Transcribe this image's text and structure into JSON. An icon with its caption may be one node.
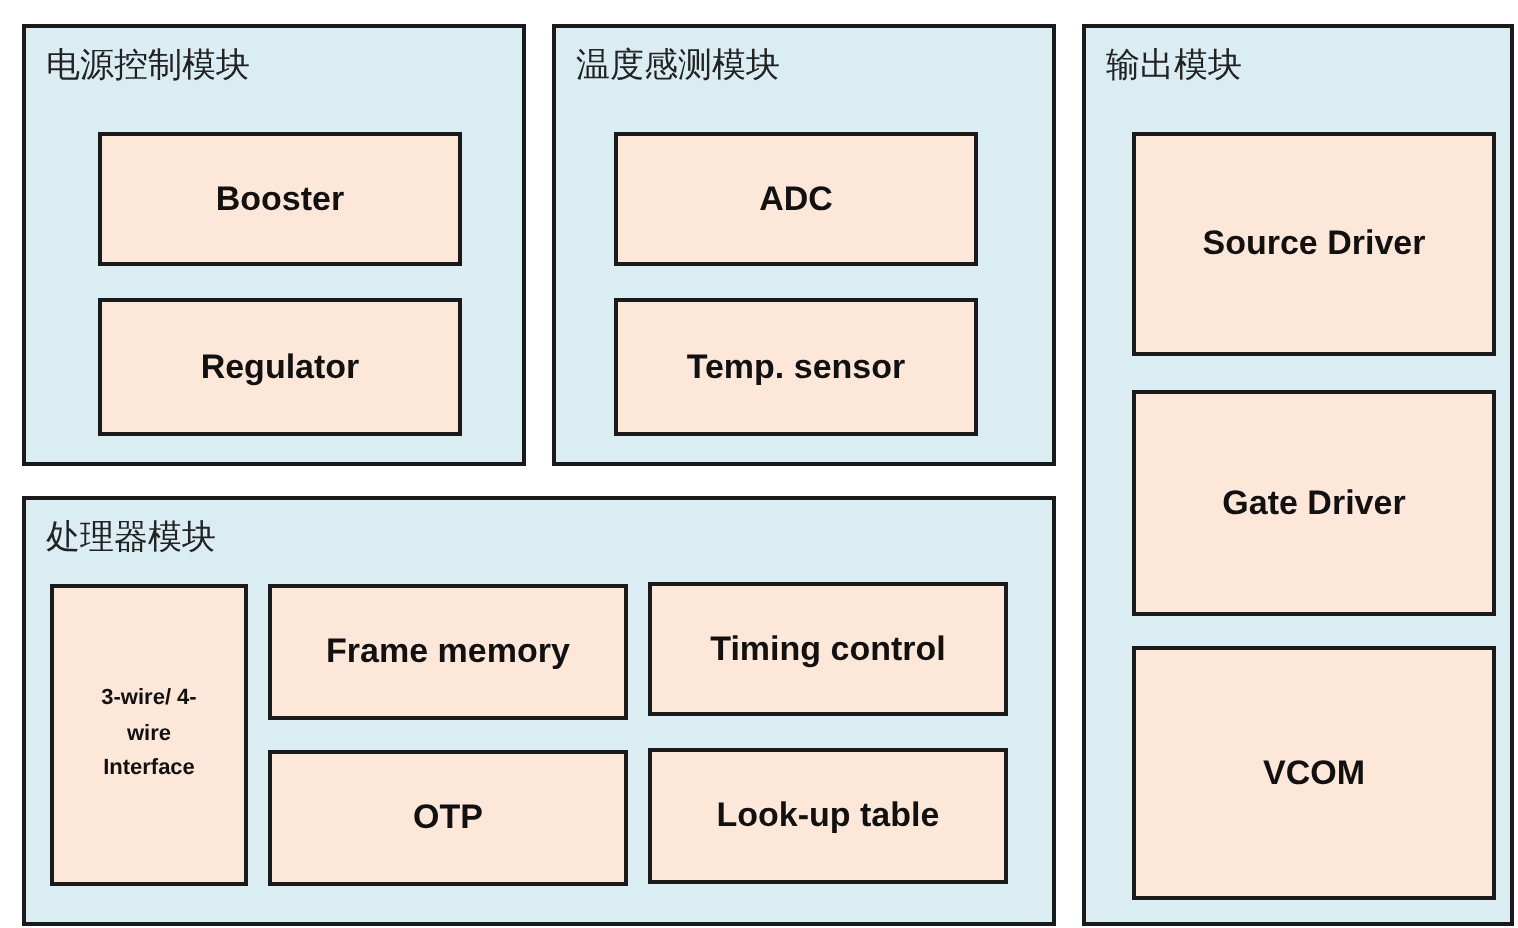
{
  "diagram": {
    "nodes": [
      {
        "text": [
          "电源控制模块"
        ]
      },
      {
        "text": [
          "Booster"
        ],
        "in": 0
      },
      {
        "text": [
          "Regulator"
        ],
        "in": 0
      },
      {
        "text": [
          "温度感测模块"
        ]
      },
      {
        "text": [
          "ADC"
        ],
        "in": 3
      },
      {
        "text": [
          "Temp. sensor"
        ],
        "in": 3
      },
      {
        "text": [
          "输出模块"
        ]
      },
      {
        "text": [
          "Source Driver"
        ],
        "in": 6
      },
      {
        "text": [
          "Gate Driver"
        ],
        "in": 6
      },
      {
        "text": [
          "VCOM"
        ],
        "in": 6
      },
      {
        "text": [
          "处理器模块"
        ]
      },
      {
        "text": [
          "3-wire/ 4-wire Interface"
        ],
        "in": 10
      },
      {
        "text": [
          "Frame memory"
        ],
        "in": 10
      },
      {
        "text": [
          "Timing control"
        ],
        "in": 10
      },
      {
        "text": [
          "OTP"
        ],
        "in": 10
      },
      {
        "text": [
          "Look-up table"
        ],
        "in": 10
      }
    ]
  }
}
